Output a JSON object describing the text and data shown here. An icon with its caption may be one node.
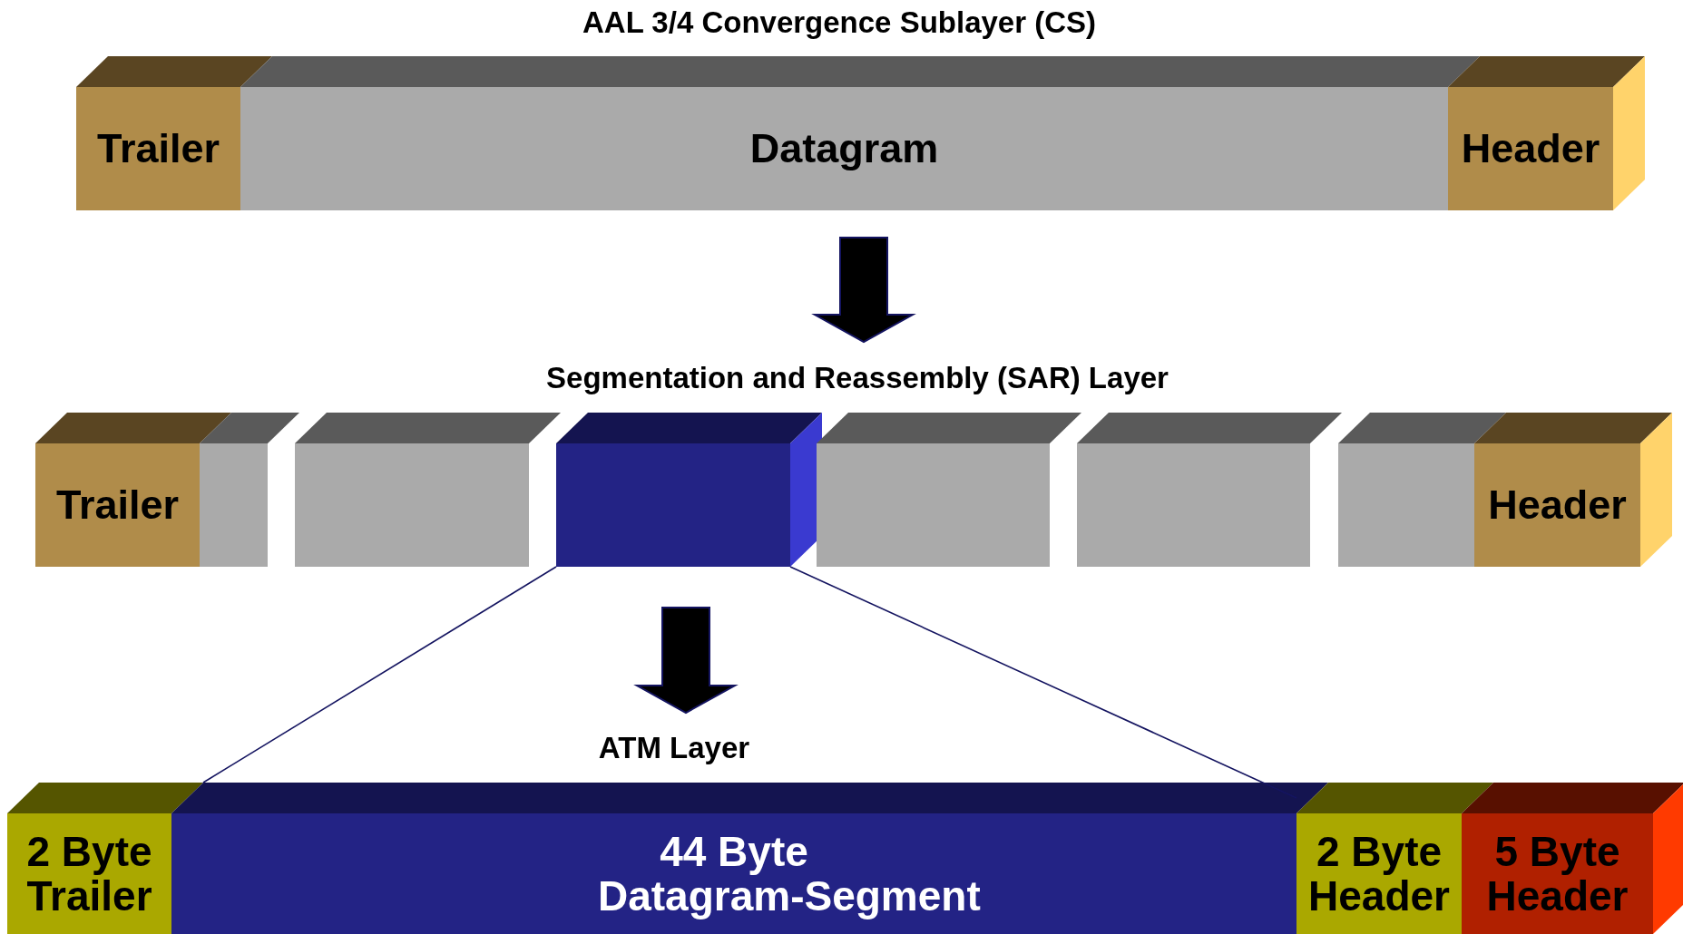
{
  "diagram": {
    "nodes": [
      {
        "text": [
          "Trailer"
        ]
      },
      {
        "text": [
          "Datagram"
        ]
      },
      {
        "text": [
          "Header"
        ]
      },
      {
        "text": [
          "Trailer"
        ]
      },
      {
        "text": [],
        "shape": "box"
      },
      {
        "text": [],
        "shape": "box"
      },
      {
        "text": [],
        "shape": "box"
      },
      {
        "text": [],
        "shape": "box"
      },
      {
        "text": [],
        "shape": "box"
      },
      {
        "text": [],
        "shape": "box"
      },
      {
        "text": [
          "Header"
        ]
      },
      {
        "text": [
          "2 Byte Trailer"
        ]
      },
      {
        "text": [
          "44 Byte Datagram-Segment"
        ]
      },
      {
        "text": [
          "2 Byte Header"
        ]
      },
      {
        "text": [
          "5 Byte Header"
        ]
      }
    ],
    "edges": [
      {
        "from": 6,
        "to": 12,
        "arrow": "none",
        "color": "#141460"
      },
      {
        "from": 6,
        "to": 12,
        "arrow": "none",
        "color": "#141460"
      }
    ],
    "labels": [
      "AAL 3/4 Convergence Sublayer (CS)",
      "Segmentation and Reassembly (SAR) Layer",
      "ATM Layer"
    ]
  }
}
